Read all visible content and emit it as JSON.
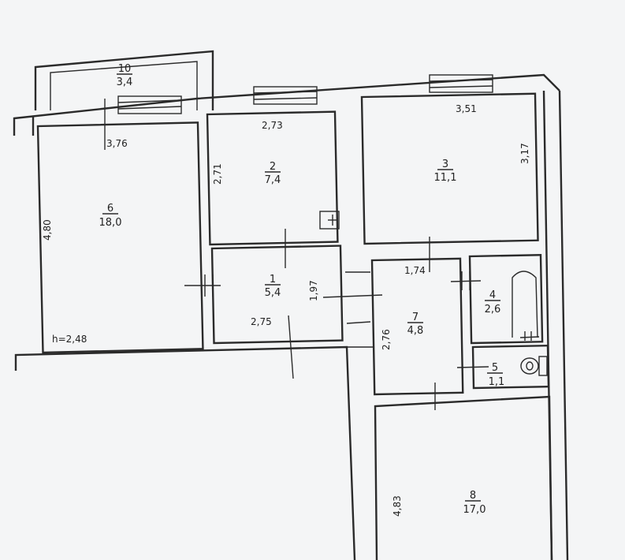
{
  "rooms": [
    {
      "number": "10",
      "area": "3,4"
    },
    {
      "number": "6",
      "area": "18,0"
    },
    {
      "number": "2",
      "area": "7,4"
    },
    {
      "number": "3",
      "area": "11,1"
    },
    {
      "number": "1",
      "area": "5,4"
    },
    {
      "number": "7",
      "area": "4,8"
    },
    {
      "number": "4",
      "area": "2,6"
    },
    {
      "number": "5",
      "area": "1,1"
    },
    {
      "number": "8",
      "area": "17,0"
    }
  ],
  "dimensions": {
    "room6_width": "3,76",
    "room6_length": "4,80",
    "ceiling_height": "h=2,48",
    "room2_width": "2,73",
    "room2_length": "2,71",
    "room3_width": "3,51",
    "room3_length": "3,17",
    "room1_width": "2,75",
    "room1_length": "1,97",
    "room7_width": "1,74",
    "room7_length": "2,76",
    "room8_length": "4,83"
  }
}
